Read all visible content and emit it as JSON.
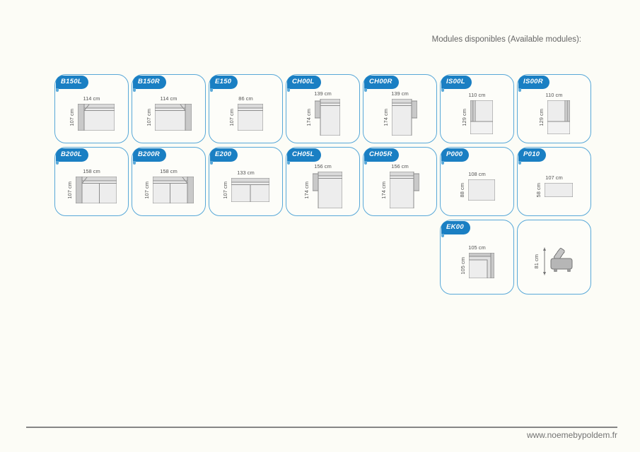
{
  "page": {
    "title": "Modules disponibles (Available modules):",
    "footer_url": "www.noemebypoldem.fr"
  },
  "colors": {
    "badge": "#1a7fc3",
    "card_border": "#58a8d8",
    "background": "#fcfcf6",
    "outline": "#8c8c8c",
    "seat": "#ededed",
    "arm": "#c9c9c9",
    "back": "#d9d9d9",
    "band": "#e0e0e0",
    "bottom": "#f2f2f2",
    "solid": "#b6b6b6",
    "dark": "#777777"
  },
  "modules": [
    {
      "code": "B150L",
      "top": "114 cm",
      "side": "107 cm",
      "type": "arm-left",
      "row": 1,
      "col": 1,
      "dw": 52,
      "dh": 38
    },
    {
      "code": "B150R",
      "top": "114 cm",
      "side": "107 cm",
      "type": "arm-right",
      "row": 1,
      "col": 2,
      "dw": 52,
      "dh": 38
    },
    {
      "code": "E150",
      "top": "86 cm",
      "side": "107 cm",
      "type": "no-arm",
      "row": 1,
      "col": 3,
      "dw": 36,
      "dh": 38
    },
    {
      "code": "CH00L",
      "top": "139 cm",
      "side": "174 cm",
      "type": "chaise-left",
      "row": 1,
      "col": 4,
      "dw": 36,
      "dh": 52
    },
    {
      "code": "CH00R",
      "top": "139 cm",
      "side": "174 cm",
      "type": "chaise-right",
      "row": 1,
      "col": 5,
      "dw": 36,
      "dh": 52
    },
    {
      "code": "IS00L",
      "top": "110 cm",
      "side": "129 cm",
      "type": "island-left",
      "row": 1,
      "col": 6,
      "dw": 32,
      "dh": 48
    },
    {
      "code": "IS00R",
      "top": "110 cm",
      "side": "129 cm",
      "type": "island-right",
      "row": 1,
      "col": 7,
      "dw": 32,
      "dh": 48
    },
    {
      "code": "B200L",
      "top": "158 cm",
      "side": "107 cm",
      "type": "arm-left-2",
      "row": 2,
      "col": 1,
      "dw": 58,
      "dh": 38
    },
    {
      "code": "B200R",
      "top": "158 cm",
      "side": "107 cm",
      "type": "arm-right-2",
      "row": 2,
      "col": 2,
      "dw": 58,
      "dh": 38
    },
    {
      "code": "E200",
      "top": "133 cm",
      "side": "107 cm",
      "type": "no-arm-2",
      "row": 2,
      "col": 3,
      "dw": 54,
      "dh": 34
    },
    {
      "code": "CH05L",
      "top": "156 cm",
      "side": "174 cm",
      "type": "chaise-left",
      "row": 2,
      "col": 4,
      "dw": 42,
      "dh": 52
    },
    {
      "code": "CH05R",
      "top": "156 cm",
      "side": "174 cm",
      "type": "chaise-right",
      "row": 2,
      "col": 5,
      "dw": 42,
      "dh": 52
    },
    {
      "code": "P000",
      "top": "108 cm",
      "side": "88 cm",
      "type": "pouf",
      "row": 2,
      "col": 6,
      "dw": 38,
      "dh": 30
    },
    {
      "code": "P010",
      "top": "107 cm",
      "side": "58 cm",
      "type": "pouf",
      "row": 2,
      "col": 7,
      "dw": 40,
      "dh": 20
    },
    {
      "code": "EK00",
      "top": "105 cm",
      "side": "105 cm",
      "type": "corner",
      "row": 3,
      "col": 6,
      "dw": 36,
      "dh": 36
    },
    {
      "code": null,
      "top": null,
      "side": "81 cm",
      "type": "side-view",
      "row": 3,
      "col": 7,
      "dw": 46,
      "dh": 40
    }
  ]
}
